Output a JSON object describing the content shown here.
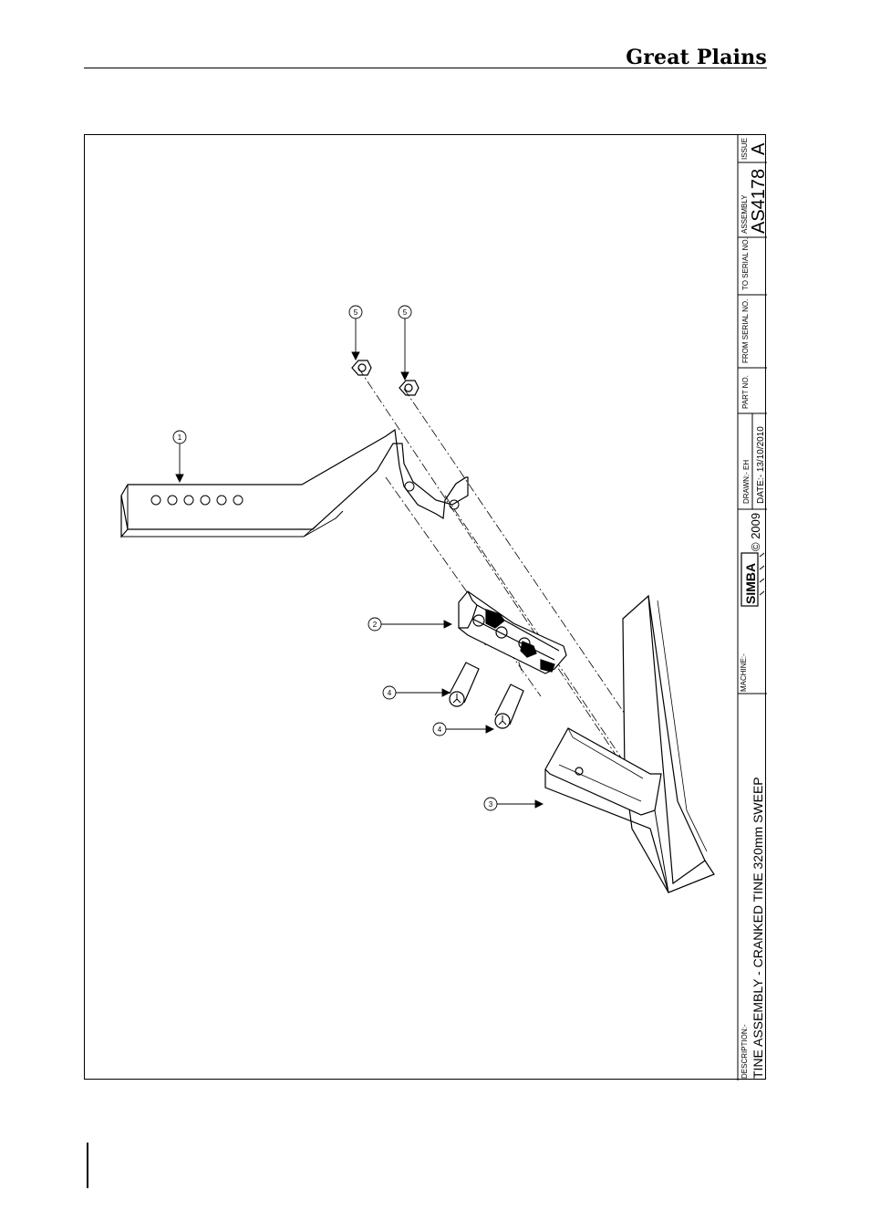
{
  "header": {
    "brand": "Great Plains"
  },
  "title_block": {
    "description_label": "DESCRIPTION:-",
    "description": "TINE ASSEMBLY - CRANKED TINE 320mm SWEEP",
    "machine_label": "MACHINE:-",
    "logo_text": "SIMBA",
    "copyright": "© 2009",
    "drawn_label": "DRAWN:- EH",
    "date_label": "DATE:- 13/10/2010",
    "part_no_label": "PART NO.",
    "from_serial_label": "FROM SERIAL NO.",
    "to_serial_label": "TO SERIAL NO.",
    "assembly_label": "ASSEMBLY",
    "assembly_number": "AS4178",
    "issue_label": "ISSUE",
    "issue": "A"
  },
  "callouts": {
    "tine": "1",
    "bracket": "2",
    "sweep": "3",
    "bolt_upper": "4",
    "bolt_lower": "4",
    "nut_left": "5",
    "nut_right": "5"
  }
}
